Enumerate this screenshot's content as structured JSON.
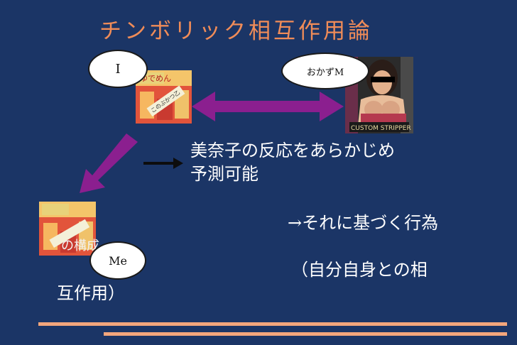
{
  "slide": {
    "title": "チンボリック相互作用論",
    "bubbles": {
      "i": "I",
      "m": "おかずM",
      "me": "Me"
    },
    "images": {
      "i_sign": "ゆでめん",
      "i_banner": "このぶかつ乙",
      "m_caption": "CUSTOM STRIPPER"
    },
    "body": {
      "line1": "美奈子の反応をあらかじめ",
      "line2": "予測可能",
      "line3": "→それに基づく行為",
      "line4": "（自分自身との相",
      "line5": "互作用）",
      "line6": "の構成"
    },
    "colors": {
      "background": "#1b3566",
      "title": "#f08c58",
      "arrow": "#8b1f8f",
      "rule": "#f3a67c"
    }
  }
}
